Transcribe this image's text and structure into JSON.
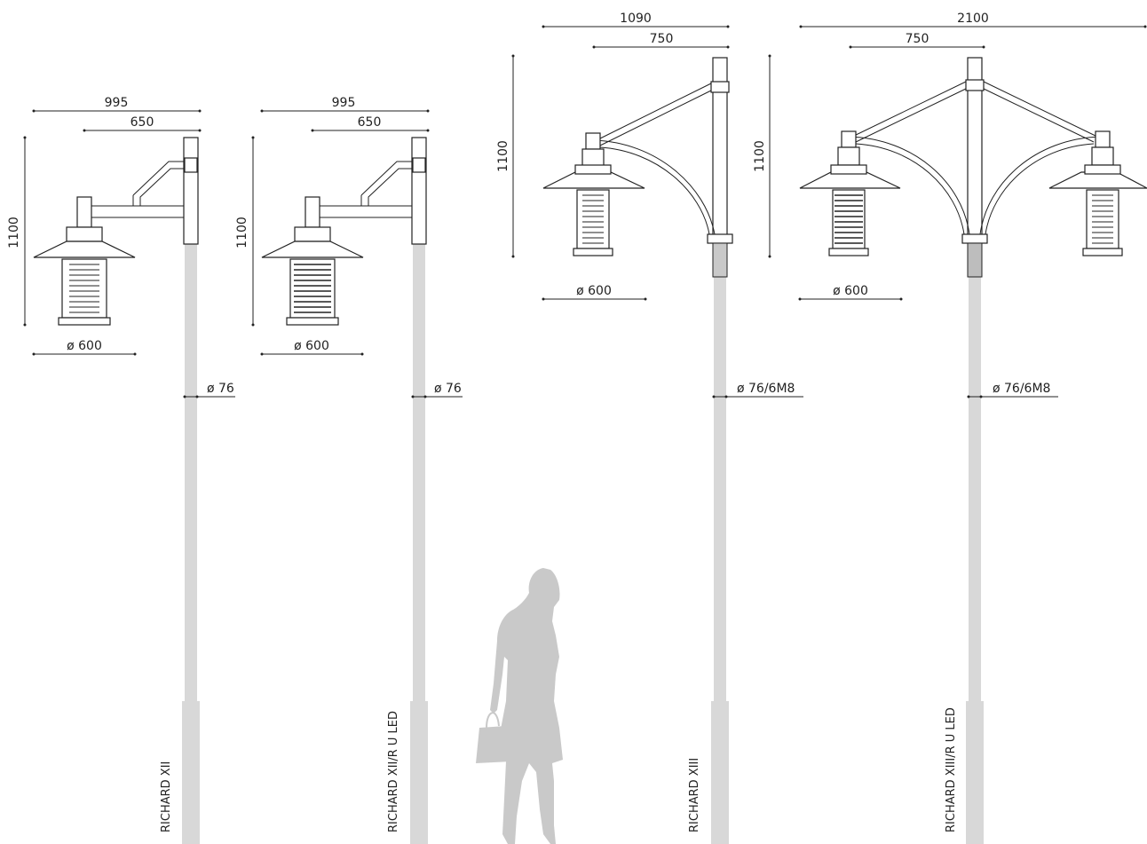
{
  "products": [
    {
      "name": "RICHARD XII",
      "dims": {
        "overall_width": "995",
        "arm_reach": "650",
        "height": "1100",
        "diameter": "ø 600",
        "pole": "ø 76"
      }
    },
    {
      "name": "RICHARD XII/R U LED",
      "dims": {
        "overall_width": "995",
        "arm_reach": "650",
        "height": "1100",
        "diameter": "ø 600",
        "pole": "ø 76"
      }
    },
    {
      "name": "RICHARD XIII",
      "dims": {
        "overall_width": "1090",
        "arm_reach": "750",
        "height": "1100",
        "diameter": "ø 600",
        "pole": "ø 76/6M8"
      }
    },
    {
      "name": "RICHARD XIII/R U LED",
      "dims": {
        "overall_width": "2100",
        "arm_reach": "750",
        "height": "1100",
        "diameter": "ø 600",
        "pole": "ø 76/6M8"
      }
    }
  ],
  "colors": {
    "pole": "#d8d8d8",
    "silhouette": "#c9c9c9",
    "line": "#222222"
  }
}
